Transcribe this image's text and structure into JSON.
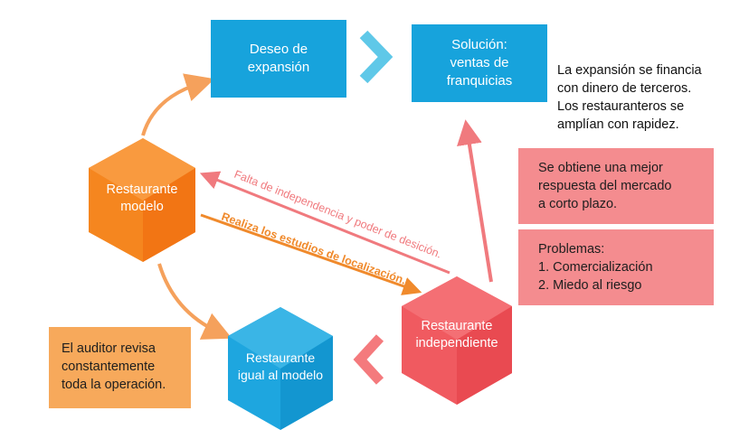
{
  "boxes": {
    "desire": "Deseo de\nexpansión",
    "solution": "Solución:\nventas de\nfranquicias"
  },
  "notes": {
    "financing": "La expansión se financia\ncon dinero de terceros.\nLos restauranteros se\namplían con rapidez.",
    "better_response": "Se obtiene una mejor\nrespuesta del mercado\na corto plazo.",
    "problems_title": "Problemas:",
    "problems": [
      "1. Comercialización",
      "2. Miedo al riesgo"
    ],
    "auditor": "El auditor revisa\nconstantemente\ntoda la operación."
  },
  "hexagons": {
    "model": "Restaurante\nmodelo",
    "equal": "Restaurante\nigual al modelo",
    "independent": "Restaurante\nindependiente"
  },
  "arrow_labels": {
    "lack": "Falta de independencia y poder de desición.",
    "studies": "Realiza los estudios de localización."
  },
  "colors": {
    "blue": "#17a3dc",
    "orange": "#f5861f",
    "red": "#f05a60",
    "pink_box": "#f48c8f",
    "orange_box": "#f7a95b",
    "chevron_blue": "#5fc8e8",
    "chevron_red": "#f47a7d"
  }
}
